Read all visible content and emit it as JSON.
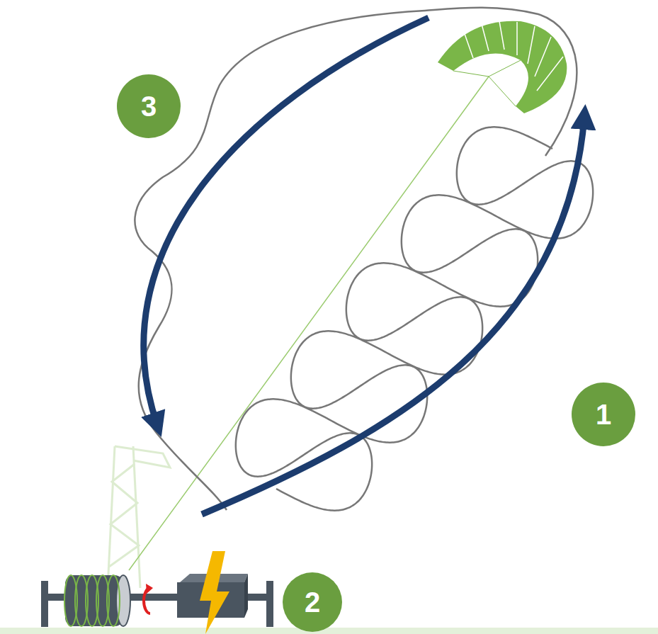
{
  "diagram": {
    "nodes": [
      {
        "text": [
          "3"
        ]
      },
      {
        "text": [
          "1"
        ]
      },
      {
        "text": [
          "2"
        ]
      }
    ]
  }
}
